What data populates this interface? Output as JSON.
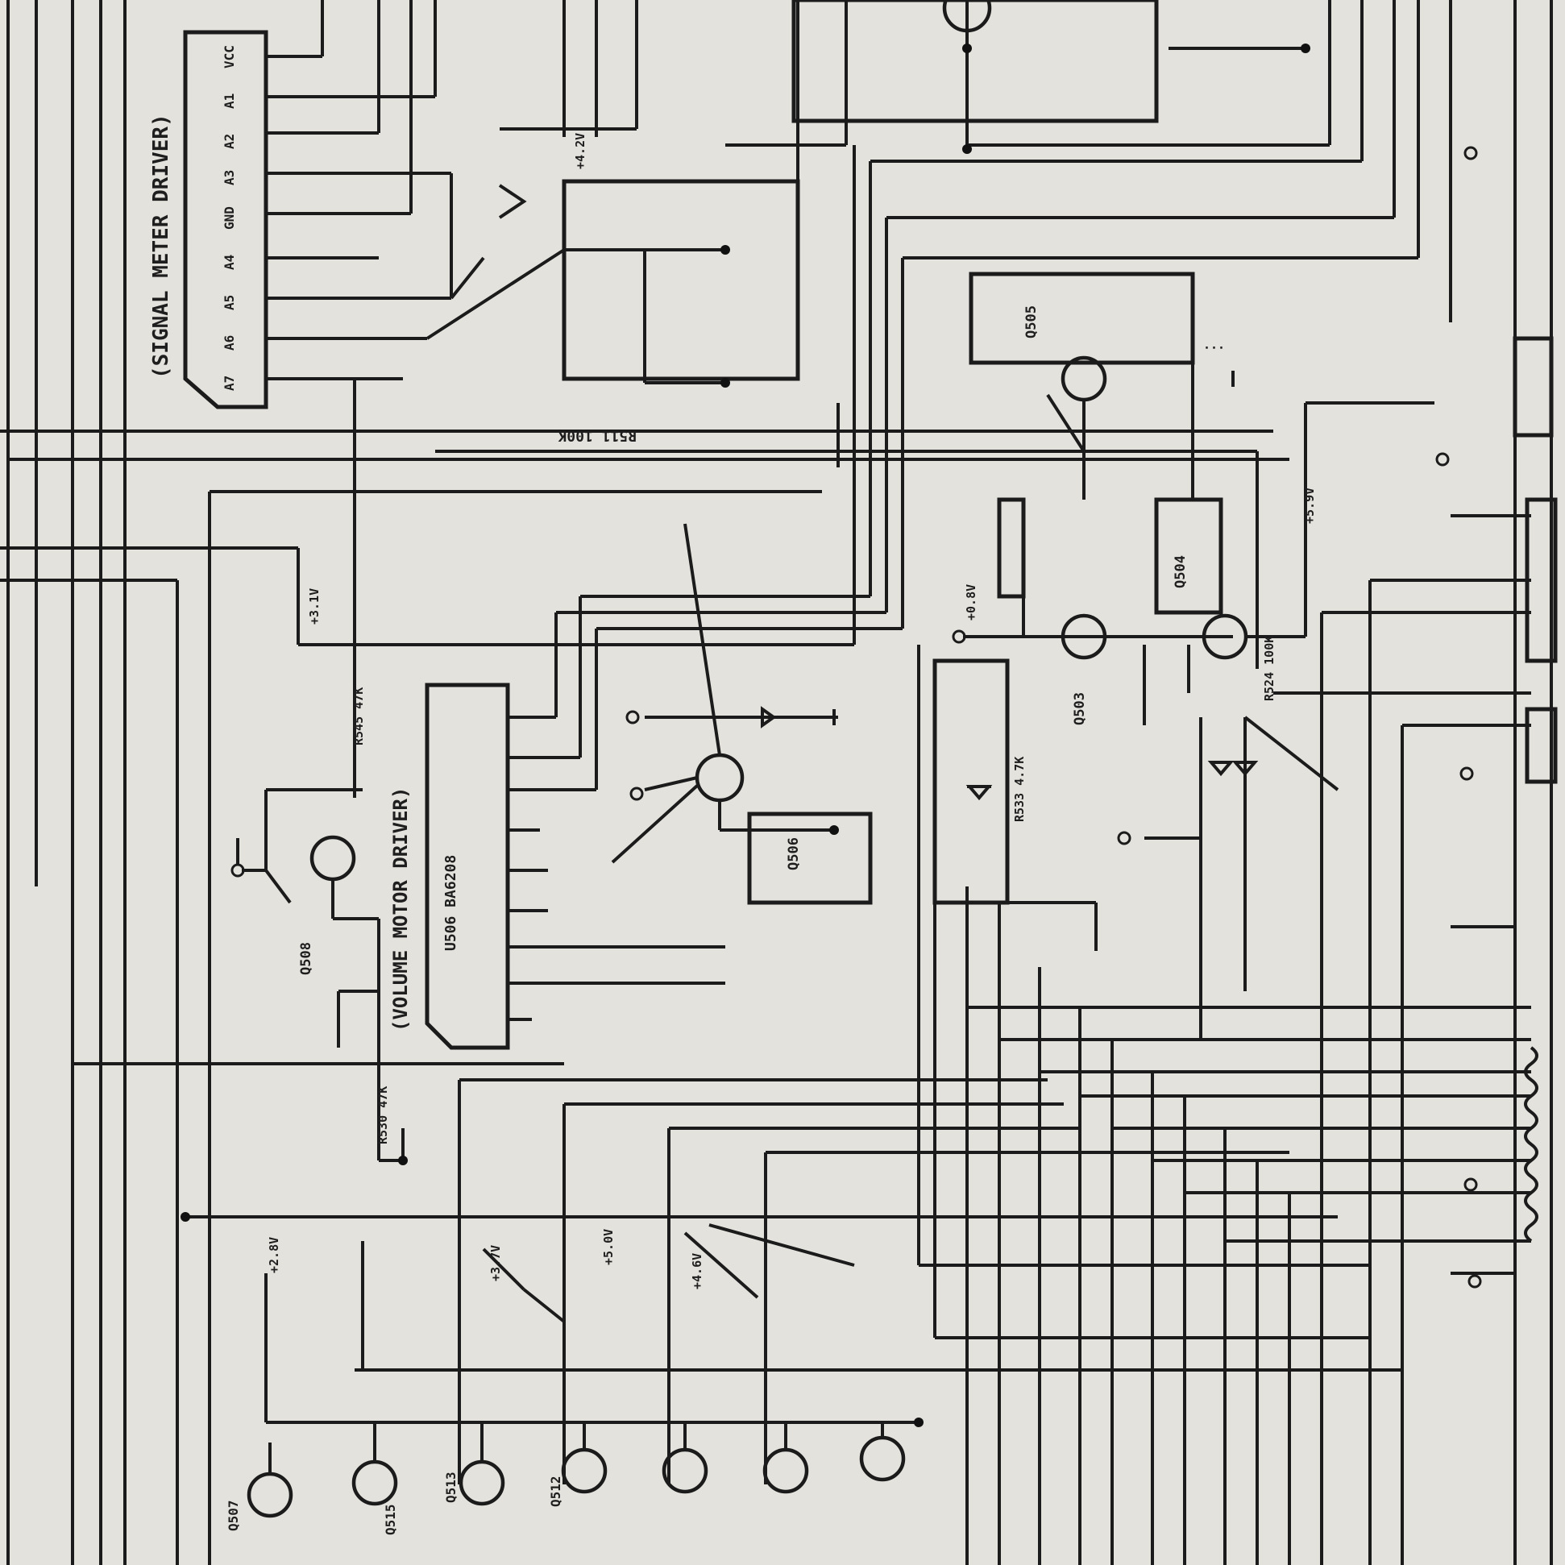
{
  "schematic": {
    "ic_signal_meter": {
      "title": "(SIGNAL METER DRIVER)"
    },
    "ic_volume_motor": {
      "title": "(VOLUME MOTOR DRIVER)",
      "part": "U506 BA6208"
    },
    "transistors": {
      "q505": "Q505",
      "q506": "Q506",
      "q503": "Q503",
      "q504": "Q504",
      "q505_top": "Q505",
      "q508": "Q508",
      "q512": "Q512",
      "q515": "Q515",
      "q507": "Q507",
      "q513": "Q513"
    },
    "voltages": {
      "v_42": "+4.2V",
      "v_31": "+3.1V",
      "v_59": "+5.9V",
      "v_50": "+5.0V",
      "v_08": "+0.8V",
      "v_37": "+3.7V",
      "v_28": "+2.8V",
      "v_46": "+4.6V"
    },
    "resistors": {
      "r511": "R511 100K",
      "r545": "R545 47K",
      "r533": "R533 4.7K",
      "r530": "R530 47K",
      "r524": "R524 100K"
    },
    "meter_pins": [
      "VCC",
      "A1",
      "A2",
      "A3",
      "GND",
      "A4",
      "A5",
      "A6",
      "A7"
    ]
  }
}
